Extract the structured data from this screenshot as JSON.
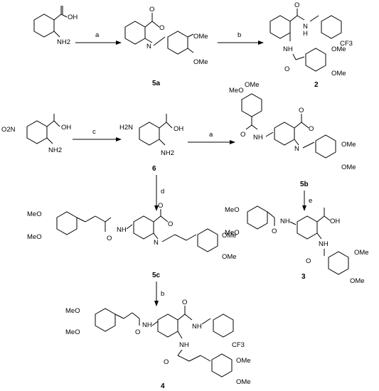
{
  "steps": {
    "a": "a",
    "b": "b",
    "c": "c",
    "d": "d",
    "e": "e"
  },
  "compounds": {
    "c5a": "5a",
    "c2": "2",
    "c6": "6",
    "c5b": "5b",
    "c5c": "5c",
    "c3": "3",
    "c4": "4"
  },
  "atoms": {
    "OH": "OH",
    "NH2": "NH2",
    "O": "O",
    "N": "N",
    "NH": "NH",
    "H": "H",
    "OMe": "OMe",
    "MeO": "MeO",
    "CF3": "CF3",
    "O2N": "O2N",
    "H2N": "H2N"
  }
}
